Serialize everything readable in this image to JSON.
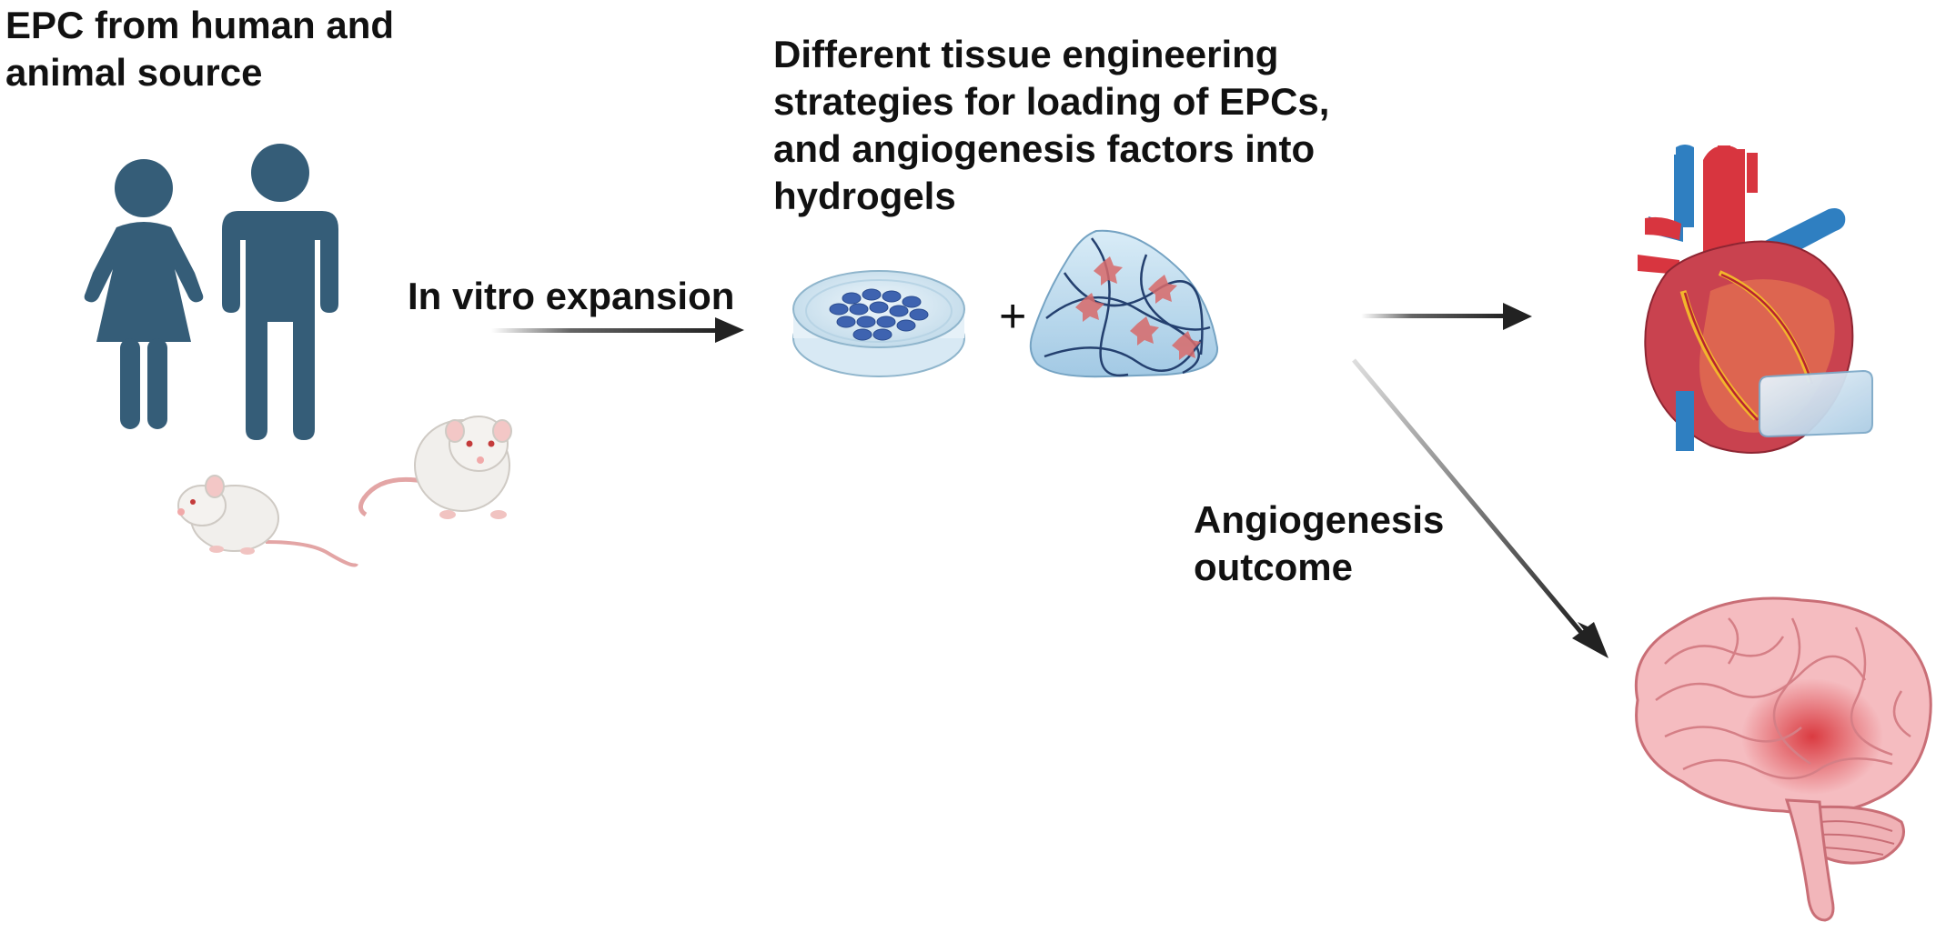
{
  "labels": {
    "source": [
      "EPC from human and",
      "animal source"
    ],
    "expansion": "In vitro expansion",
    "strategies": [
      "Different tissue engineering",
      "strategies for loading of EPCs,",
      "and angiogenesis factors into",
      "hydrogels"
    ],
    "plus": "+",
    "outcome": [
      "Angiogenesis",
      "outcome"
    ]
  },
  "icons": {
    "woman": "woman-icon",
    "man": "man-icon",
    "mouse": "mouse-icon",
    "rat": "rat-icon",
    "petri_dish": "petri-dish-icon",
    "hydrogel": "hydrogel-icon",
    "heart": "heart-icon",
    "brain": "brain-icon"
  },
  "colors": {
    "person": "#355d78",
    "cells": "#3e63b0",
    "heart_red": "#d8353f",
    "heart_blue": "#2f7fc1",
    "brain_pink": "#f4b9bd",
    "arrow": "#222222"
  }
}
